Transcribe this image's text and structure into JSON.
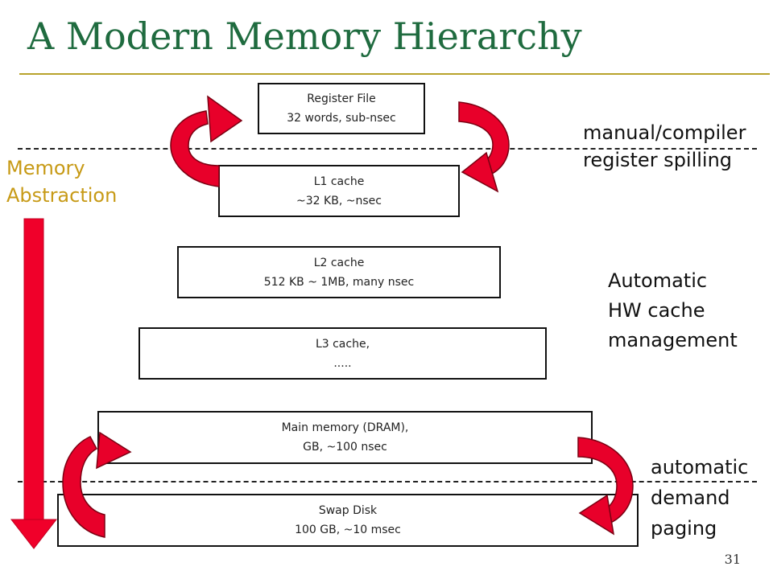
{
  "title": "A Modern Memory Hierarchy",
  "levels": [
    {
      "name": "Register File",
      "detail": "32 words, sub-nsec"
    },
    {
      "name": "L1 cache",
      "detail": "~32 KB, ~nsec"
    },
    {
      "name": "L2 cache",
      "detail": "512 KB ~ 1MB, many nsec"
    },
    {
      "name": "L3 cache,",
      "detail": "....."
    },
    {
      "name": "Main memory (DRAM),",
      "detail": "GB, ~100 nsec"
    },
    {
      "name": "Swap Disk",
      "detail": "100 GB, ~10 msec"
    }
  ],
  "labels": {
    "memory_abstraction": [
      "Memory",
      "Abstraction"
    ],
    "register_spilling": [
      "manual/compiler",
      "register spilling"
    ],
    "hw_cache": [
      "Automatic",
      "HW cache",
      "management"
    ],
    "demand_paging": [
      "automatic",
      "demand",
      "paging"
    ]
  },
  "page_number": "31",
  "colors": {
    "title": "#1f6b3f",
    "rule": "#b8a22b",
    "arrow_red": "#e8002a",
    "arrow_dark_red": "#b5001f",
    "memory_abstraction": "#c79a16"
  },
  "icons": [
    "curved-arrow-icon",
    "down-arrow-icon"
  ]
}
